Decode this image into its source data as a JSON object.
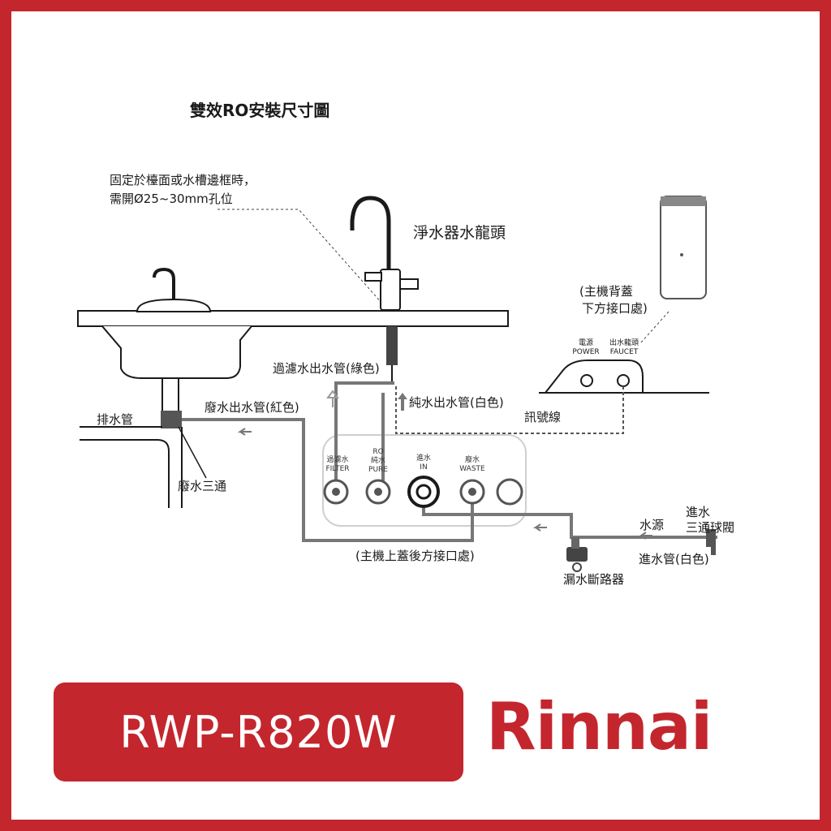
{
  "diagram": {
    "title": "雙效RO安裝尺寸圖",
    "install_note_line1": "固定於檯面或水槽邊框時，",
    "install_note_line2": "需開Ø25~30mm孔位",
    "faucet_label": "淨水器水龍頭",
    "main_back_cover_line1": "(主機背蓋",
    "main_back_cover_line2": "下方接口處)",
    "power_label_zh": "電源",
    "power_label_en": "POWER",
    "faucet_port_label_zh": "出水龍頭",
    "faucet_port_label_en": "FAUCET",
    "filter_pipe_label": "過濾水出水管(綠色)",
    "pure_pipe_label": "純水出水管(白色)",
    "signal_line_label": "訊號線",
    "drain_label": "排水管",
    "waste_pipe_label": "廢水出水管(紅色)",
    "waste_tee_label": "廢水三通",
    "port_filter_zh": "過濾水",
    "port_filter_en": "FILTER",
    "port_pure_zh1": "RO",
    "port_pure_zh2": "純水",
    "port_pure_en": "PURE",
    "port_in_zh": "進水",
    "port_in_en": "IN",
    "port_waste_zh": "廢水",
    "port_waste_en": "WASTE",
    "top_cover_label": "(主機上蓋後方接口處)",
    "water_source_label": "水源",
    "inlet_valve_line1": "進水",
    "inlet_valve_line2": "三通球閥",
    "inlet_pipe_label": "進水管(白色)",
    "leak_breaker_label": "漏水斷路器"
  },
  "footer": {
    "model": "RWP-R820W",
    "brand": "Rinnai"
  },
  "colors": {
    "frame": "#c4262e",
    "background": "#ffffff",
    "pipe": "#777777",
    "line": "#1a1a1a"
  }
}
